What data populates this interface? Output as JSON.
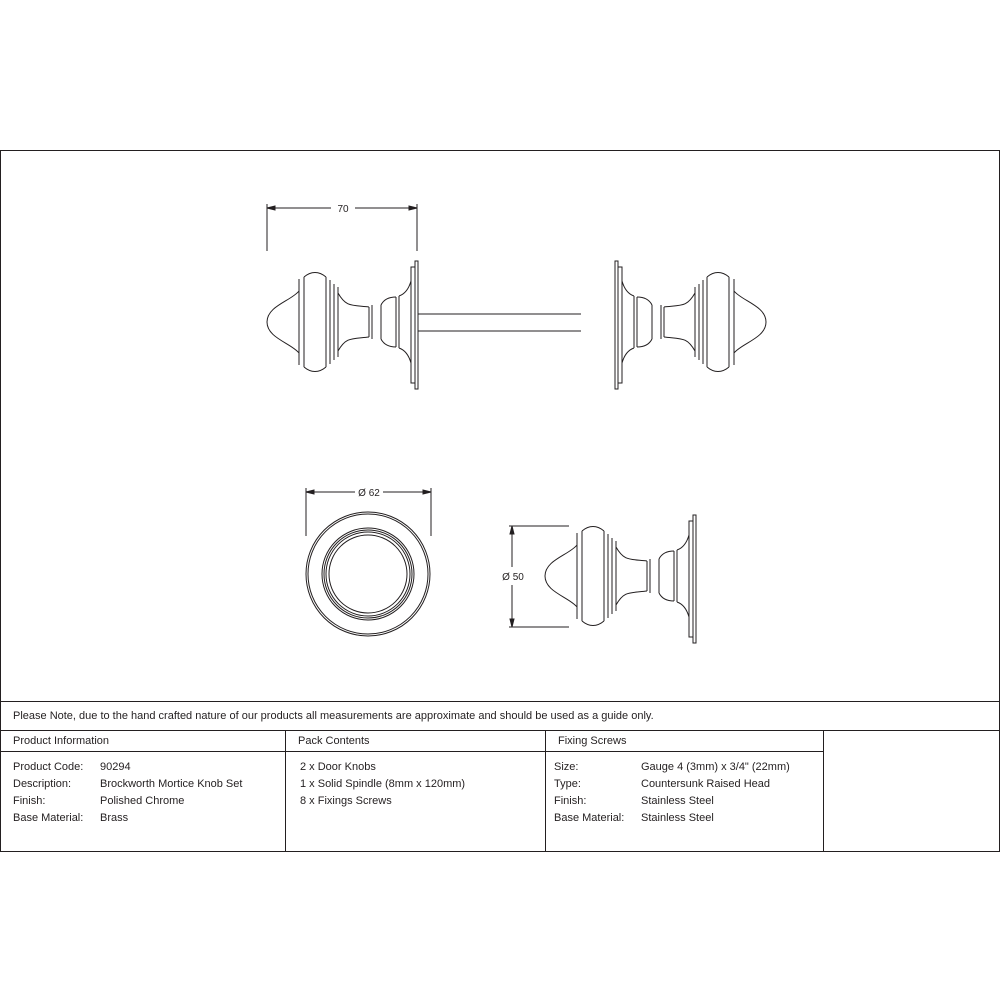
{
  "drawing": {
    "dimensions": {
      "knob_projection": "70",
      "rose_diameter": "Ø 62",
      "knob_diameter": "Ø 50"
    },
    "views": [
      "front-elevation-pair-with-spindle",
      "end-view-rose",
      "side-view-single-knob"
    ],
    "line_color": "#231f20"
  },
  "note": "Please Note, due to the hand crafted nature of our products all measurements are approximate and should be used as a guide only.",
  "table": {
    "product_information": {
      "header": "Product Information",
      "rows": [
        {
          "label": "Product Code:",
          "value": "90294"
        },
        {
          "label": "Description:",
          "value": "Brockworth Mortice Knob Set"
        },
        {
          "label": "Finish:",
          "value": "Polished Chrome"
        },
        {
          "label": "Base Material:",
          "value": "Brass"
        }
      ]
    },
    "pack_contents": {
      "header": "Pack Contents",
      "items": [
        "2 x Door Knobs",
        "1 x Solid Spindle (8mm x 120mm)",
        "8 x Fixings Screws"
      ]
    },
    "fixing_screws": {
      "header": "Fixing Screws",
      "rows": [
        {
          "label": "Size:",
          "value": "Gauge 4 (3mm) x 3/4\" (22mm)"
        },
        {
          "label": "Type:",
          "value": "Countersunk Raised Head"
        },
        {
          "label": "Finish:",
          "value": "Stainless Steel"
        },
        {
          "label": "Base Material:",
          "value": "Stainless Steel"
        }
      ]
    }
  }
}
